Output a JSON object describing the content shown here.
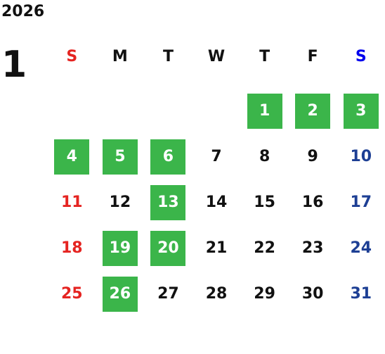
{
  "calendar": {
    "year": "2026",
    "month": "1",
    "weekdays": [
      "S",
      "M",
      "T",
      "W",
      "T",
      "F",
      "S"
    ],
    "weeks": [
      [
        "",
        "",
        "",
        "",
        "1",
        "2",
        "3"
      ],
      [
        "4",
        "5",
        "6",
        "7",
        "8",
        "9",
        "10"
      ],
      [
        "11",
        "12",
        "13",
        "14",
        "15",
        "16",
        "17"
      ],
      [
        "18",
        "19",
        "20",
        "21",
        "22",
        "23",
        "24"
      ],
      [
        "25",
        "26",
        "27",
        "28",
        "29",
        "30",
        "31"
      ]
    ],
    "highlighted_days": [
      "1",
      "2",
      "3",
      "4",
      "5",
      "6",
      "13",
      "19",
      "20",
      "26"
    ],
    "colors": {
      "highlight": "#3bb54a",
      "sunday": "#e52421",
      "saturday": "#1d3f94",
      "saturday_header": "#0000ee"
    }
  }
}
